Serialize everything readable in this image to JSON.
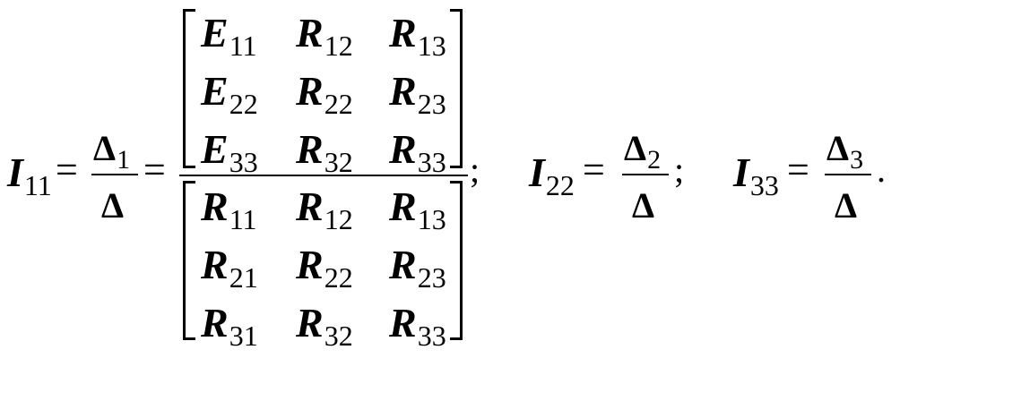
{
  "equation": {
    "lhs": {
      "symbol": "I",
      "sub": "11"
    },
    "equals": "=",
    "frac1": {
      "num_symbol": "Δ",
      "num_sub": "1",
      "den": "Δ"
    },
    "numerator_matrix": [
      [
        {
          "s": "E",
          "i": "11"
        },
        {
          "s": "R",
          "i": "12"
        },
        {
          "s": "R",
          "i": "13"
        }
      ],
      [
        {
          "s": "E",
          "i": "22"
        },
        {
          "s": "R",
          "i": "22"
        },
        {
          "s": "R",
          "i": "23"
        }
      ],
      [
        {
          "s": "E",
          "i": "33"
        },
        {
          "s": "R",
          "i": "32"
        },
        {
          "s": "R",
          "i": "33"
        }
      ]
    ],
    "denominator_matrix": [
      [
        {
          "s": "R",
          "i": "11"
        },
        {
          "s": "R",
          "i": "12"
        },
        {
          "s": "R",
          "i": "13"
        }
      ],
      [
        {
          "s": "R",
          "i": "21"
        },
        {
          "s": "R",
          "i": "22"
        },
        {
          "s": "R",
          "i": "23"
        }
      ],
      [
        {
          "s": "R",
          "i": "31"
        },
        {
          "s": "R",
          "i": "32"
        },
        {
          "s": "R",
          "i": "33"
        }
      ]
    ],
    "semicolon": ";",
    "i22": {
      "symbol": "I",
      "sub": "22",
      "num_symbol": "Δ",
      "num_sub": "2",
      "den": "Δ"
    },
    "i33": {
      "symbol": "I",
      "sub": "33",
      "num_symbol": "Δ",
      "num_sub": "3",
      "den": "Δ"
    },
    "period": "."
  }
}
